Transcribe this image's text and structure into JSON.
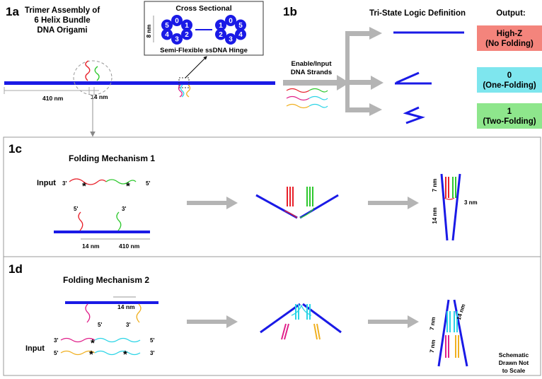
{
  "panel_1a": {
    "label": "1a",
    "title_lines": [
      "Trimer Assembly of",
      "6 Helix Bundle",
      "DNA Origami"
    ],
    "dim_long": "410 nm",
    "dim_short": "14 nm"
  },
  "cross_section": {
    "title": "Cross Sectional",
    "height_label": "8 nm",
    "hinge_label": "Semi-Flexible ssDNA Hinge",
    "bundle_left": [
      "0",
      "1",
      "2",
      "3",
      "4",
      "5"
    ],
    "bundle_right": [
      "0",
      "1",
      "2",
      "3",
      "4",
      "5"
    ]
  },
  "panel_1b": {
    "label": "1b",
    "title": "Tri-State Logic Definition",
    "input_label_lines": [
      "Enable/Input",
      "DNA Strands"
    ],
    "output_header": "Output:",
    "outputs": [
      {
        "line1": "High-Z",
        "line2": "(No Folding)",
        "color": "#f4847c"
      },
      {
        "line1": "0",
        "line2": "(One-Folding)",
        "color": "#7ee6ee"
      },
      {
        "line1": "1",
        "line2": "(Two-Folding)",
        "color": "#8ee68c"
      }
    ]
  },
  "panel_1c": {
    "label": "1c",
    "title": "Folding Mechanism 1",
    "input_label": "Input",
    "prime_3": "3'",
    "prime_5": "5'",
    "dim_short": "14 nm",
    "dim_long": "410 nm",
    "folded_dims": [
      "7 nm",
      "14 nm",
      "3 nm"
    ]
  },
  "panel_1d": {
    "label": "1d",
    "title": "Folding Mechanism 2",
    "input_label": "Input",
    "prime_3": "3'",
    "prime_5": "5'",
    "dim_short": "14 nm",
    "folded_dims": [
      "14 nm",
      "7 nm",
      "7 nm"
    ],
    "note_lines": [
      "Schematic",
      "Drawn Not",
      "to Scale"
    ]
  },
  "star": "*",
  "colors": {
    "dna_origami": "#1a1ae6",
    "strand_red": "#e8202a",
    "strand_green": "#2ec82e",
    "strand_magenta": "#e0208a",
    "strand_cyan": "#2ad4e6",
    "strand_yellow": "#f0b020",
    "arrow_gray": "#b4b4b4"
  },
  "icons": [
    "arrow-right-icon",
    "branch-arrow-icon"
  ]
}
